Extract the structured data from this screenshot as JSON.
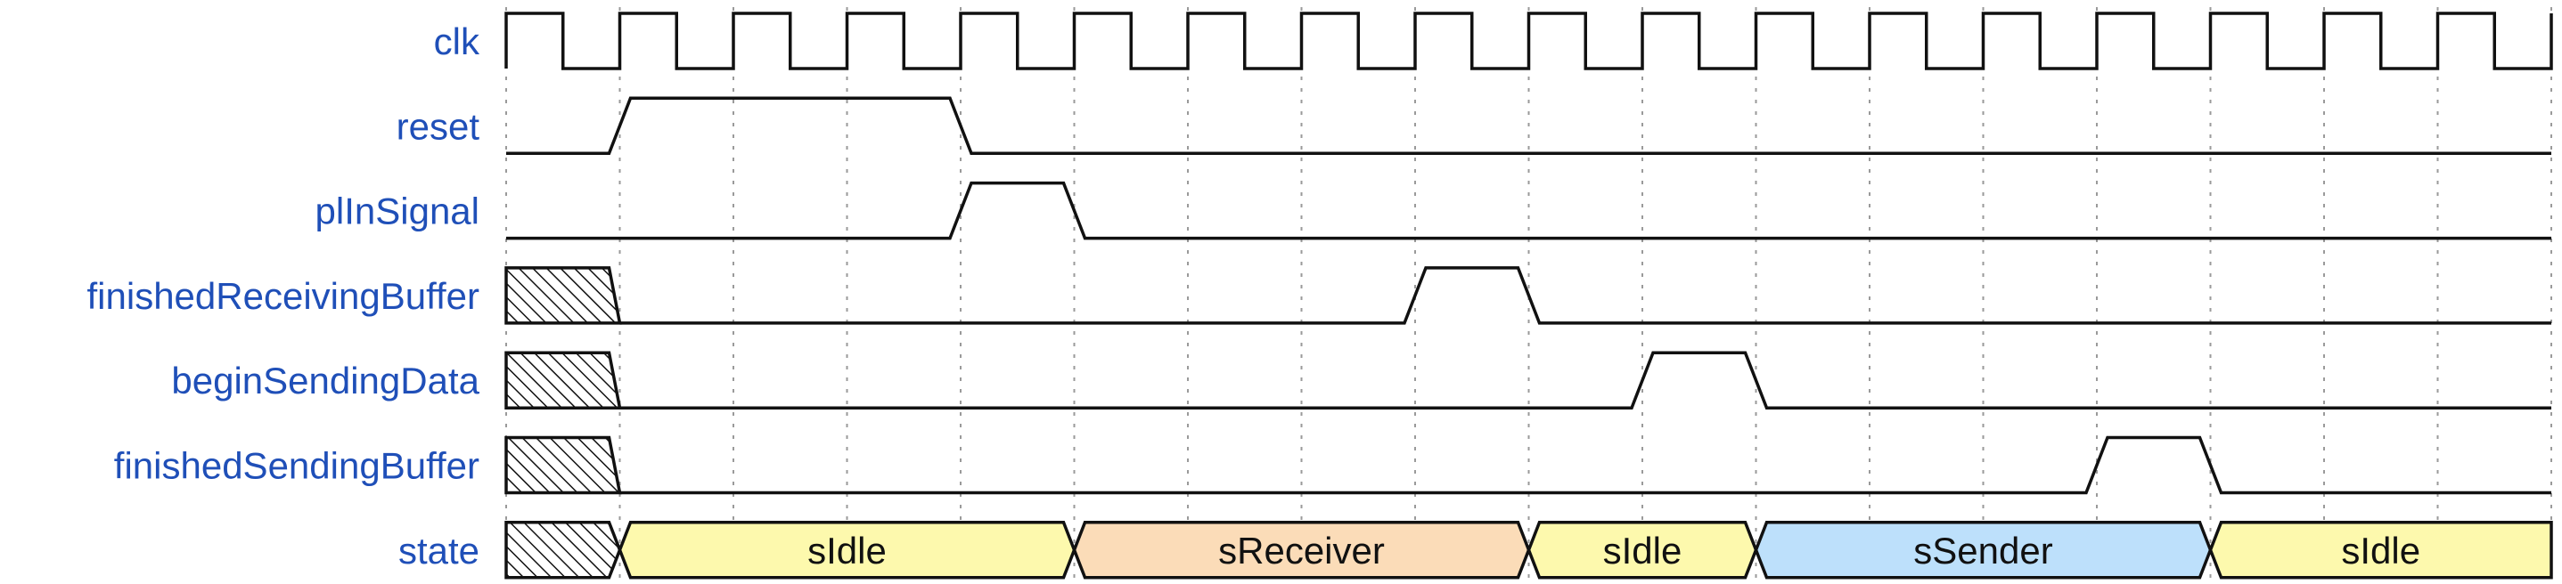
{
  "diagram": {
    "type": "timing-diagram",
    "cycles": 18,
    "signals": [
      {
        "name": "clk",
        "kind": "clock"
      },
      {
        "name": "reset",
        "kind": "bit",
        "wave": "01..0............."
      },
      {
        "name": "plInSignal",
        "kind": "bit",
        "wave": "0...10............"
      },
      {
        "name": "finishedReceivingBuffer",
        "kind": "bit",
        "wave": "x0......10........"
      },
      {
        "name": "beginSendingData",
        "kind": "bit",
        "wave": "x0........10......"
      },
      {
        "name": "finishedSendingBuffer",
        "kind": "bit",
        "wave": "x0............10.."
      },
      {
        "name": "state",
        "kind": "bus",
        "segments": [
          {
            "label": "",
            "start": 0,
            "end": 1,
            "kind": "x"
          },
          {
            "label": "sIdle",
            "start": 1,
            "end": 5,
            "color": "#fdf9ad"
          },
          {
            "label": "sReceiver",
            "start": 5,
            "end": 9,
            "color": "#fbdcb8"
          },
          {
            "label": "sIdle",
            "start": 9,
            "end": 11,
            "color": "#fdf9ad"
          },
          {
            "label": "sSender",
            "start": 11,
            "end": 15,
            "color": "#bde0fb"
          },
          {
            "label": "sIdle",
            "start": 15,
            "end": 18,
            "color": "#fdf9ad"
          }
        ]
      }
    ]
  }
}
